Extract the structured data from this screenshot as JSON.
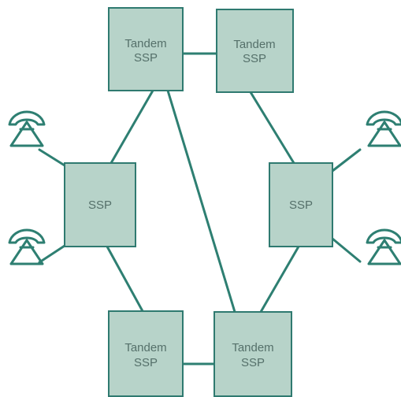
{
  "colors": {
    "box_fill": "#b7d3c9",
    "box_border": "#2f7a70",
    "link": "#2e7f72",
    "label": "#55706a"
  },
  "nodes": {
    "tandem_top_left": {
      "line1": "Tandem",
      "line2": "SSP"
    },
    "tandem_top_right": {
      "line1": "Tandem",
      "line2": "SSP"
    },
    "ssp_left": {
      "label": "SSP"
    },
    "ssp_right": {
      "label": "SSP"
    },
    "tandem_bottom_left": {
      "line1": "Tandem",
      "line2": "SSP"
    },
    "tandem_bottom_right": {
      "line1": "Tandem",
      "line2": "SSP"
    }
  },
  "icons": {
    "telephone": "telephone-icon"
  }
}
